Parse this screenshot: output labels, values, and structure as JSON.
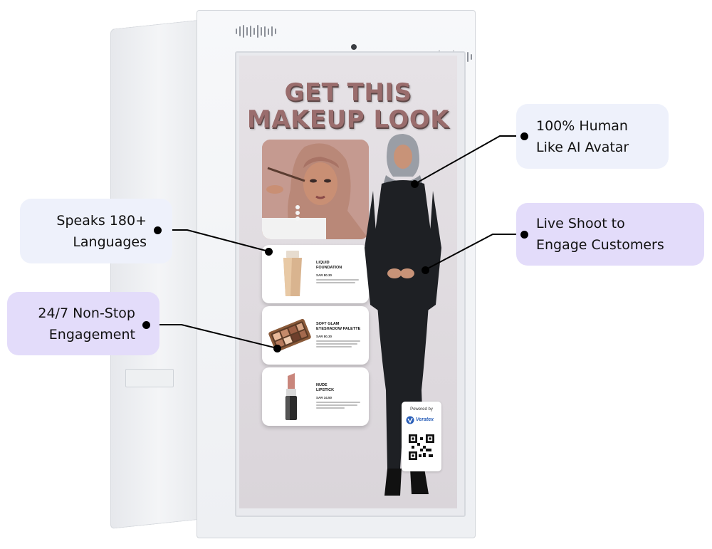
{
  "screen": {
    "headline_line1": "GET THIS",
    "headline_line2": "MAKEUP LOOK"
  },
  "products": [
    {
      "name": "LIQUID\nFOUNDATION",
      "price": "SAR 80.30"
    },
    {
      "name": "SOFT GLAM\nEYESHADOW PALETTE",
      "price": "SAR 80.30"
    },
    {
      "name": "NUDE\nLIPSTICK",
      "price": "SAR 34.50"
    }
  ],
  "badge": {
    "powered_by": "Powered by",
    "brand": "Veratex"
  },
  "callouts": {
    "avatar": "100% Human\nLike AI Avatar",
    "languages": "Speaks 180+\nLanguages",
    "live_shoot": "Live Shoot to\nEngage Customers",
    "engagement": "24/7 Non-Stop\nEngagement"
  },
  "colors": {
    "callout_light": "#eef1fb",
    "callout_purple": "#e3dcfa",
    "headline": "#9a6d6d"
  }
}
